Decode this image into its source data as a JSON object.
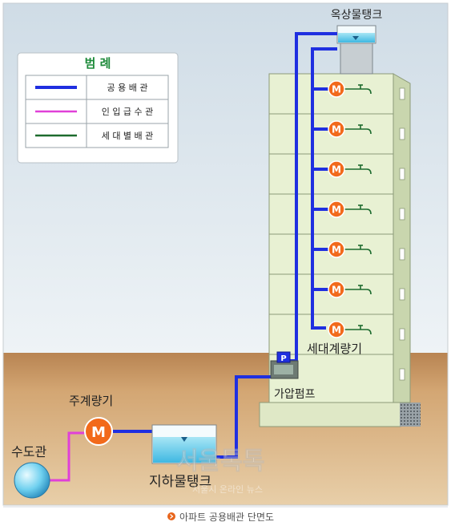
{
  "labels": {
    "rooftop_tank": "옥상물탱크",
    "unit_meter": "세대계량기",
    "booster_pump": "가압펌프",
    "main_meter": "주계량기",
    "water_main": "수도관",
    "underground_tank": "지하물탱크",
    "meter_symbol": "M",
    "pump_symbol": "P"
  },
  "legend": {
    "title": "범    례",
    "items": [
      {
        "label": "공 용 배 관",
        "color": "#1f2fe0"
      },
      {
        "label": "인 입 급 수 관",
        "color": "#e040d8"
      },
      {
        "label": "세 대 별 배 관",
        "color": "#1d6b2e"
      }
    ]
  },
  "building": {
    "floors": 7
  },
  "watermark": {
    "main": "서울톡톡",
    "sub": "서울시 온라인 뉴스"
  },
  "caption": {
    "text": "아파트 공용배관 단면도"
  },
  "colors": {
    "common_pipe": "#1f2fe0",
    "inlet_pipe": "#e040d8",
    "unit_pipe": "#1d6b2e",
    "meter": "#f26a1b",
    "sky": "#e5edf2",
    "ground": "#c99b67",
    "building": "#e6f0cf"
  }
}
